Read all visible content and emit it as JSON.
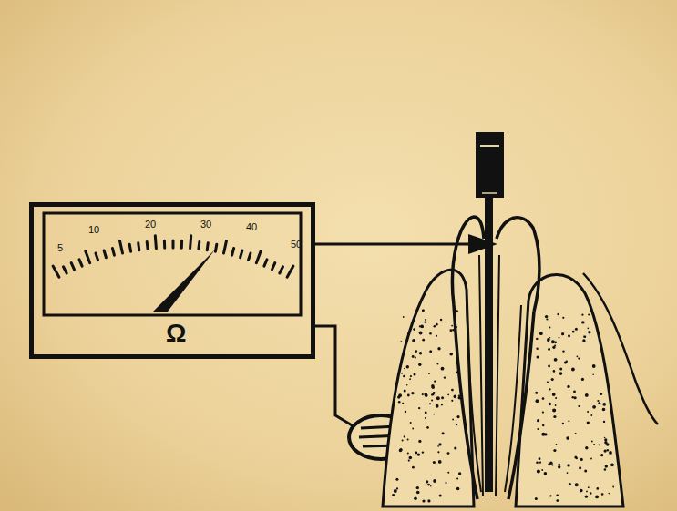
{
  "diagram": {
    "nodes": [
      {
        "text": [
          "5",
          "10",
          "20",
          "30",
          "40",
          "50",
          "Ω"
        ]
      }
    ]
  }
}
